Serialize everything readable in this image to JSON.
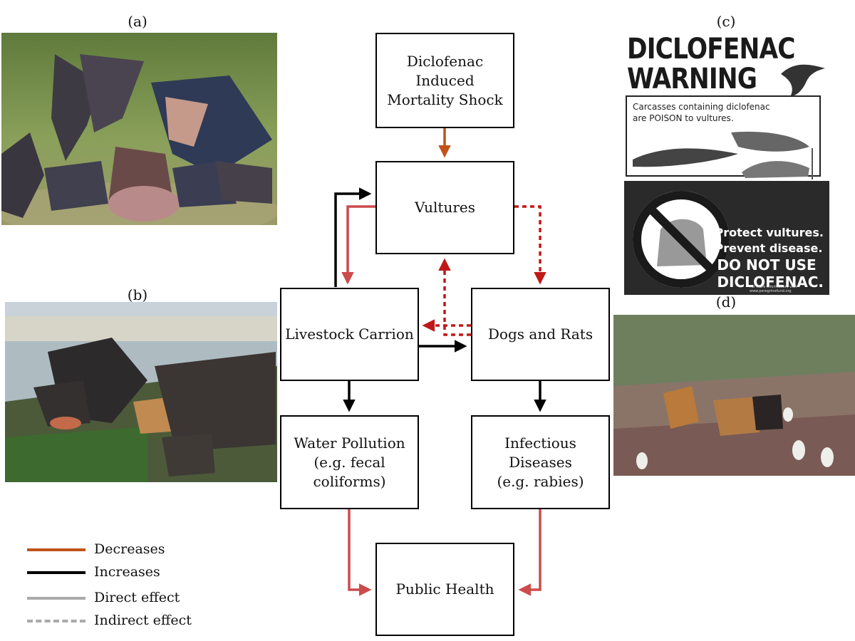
{
  "panels": {
    "a": "(a)",
    "b": "(b)",
    "c": "(c)",
    "d": "(d)"
  },
  "nodes": {
    "shock": "Diclofenac\nInduced\nMortality Shock",
    "vultures": "Vultures",
    "carrion": "Livestock Carrion",
    "dogs": "Dogs and Rats",
    "water": "Water Pollution\n(e.g. fecal\ncoliforms)",
    "disease": "Infectious\nDiseases\n(e.g. rabies)",
    "health": "Public Health"
  },
  "legend": {
    "decreases": "Decreases",
    "increases": "Increases",
    "direct": "Direct effect",
    "indirect": "Indirect effect"
  },
  "poster": {
    "title_line1": "DICLOFENAC",
    "title_line2": "WARNING",
    "caption": "Carcasses containing diclofenac\nare POISON to vultures.",
    "message": "Protect vultures.\nPrevent disease.",
    "message_strong": "DO NOT USE\nDICLOFENAC.",
    "footer": "For more information, visit www.peregrinefund.org"
  },
  "colors": {
    "decrease_orange": "#c0531a",
    "decrease_red": "#cc4b4b",
    "indirect_red": "#c01818",
    "increase": "#000000",
    "legend_gray": "#aaaaaa"
  }
}
